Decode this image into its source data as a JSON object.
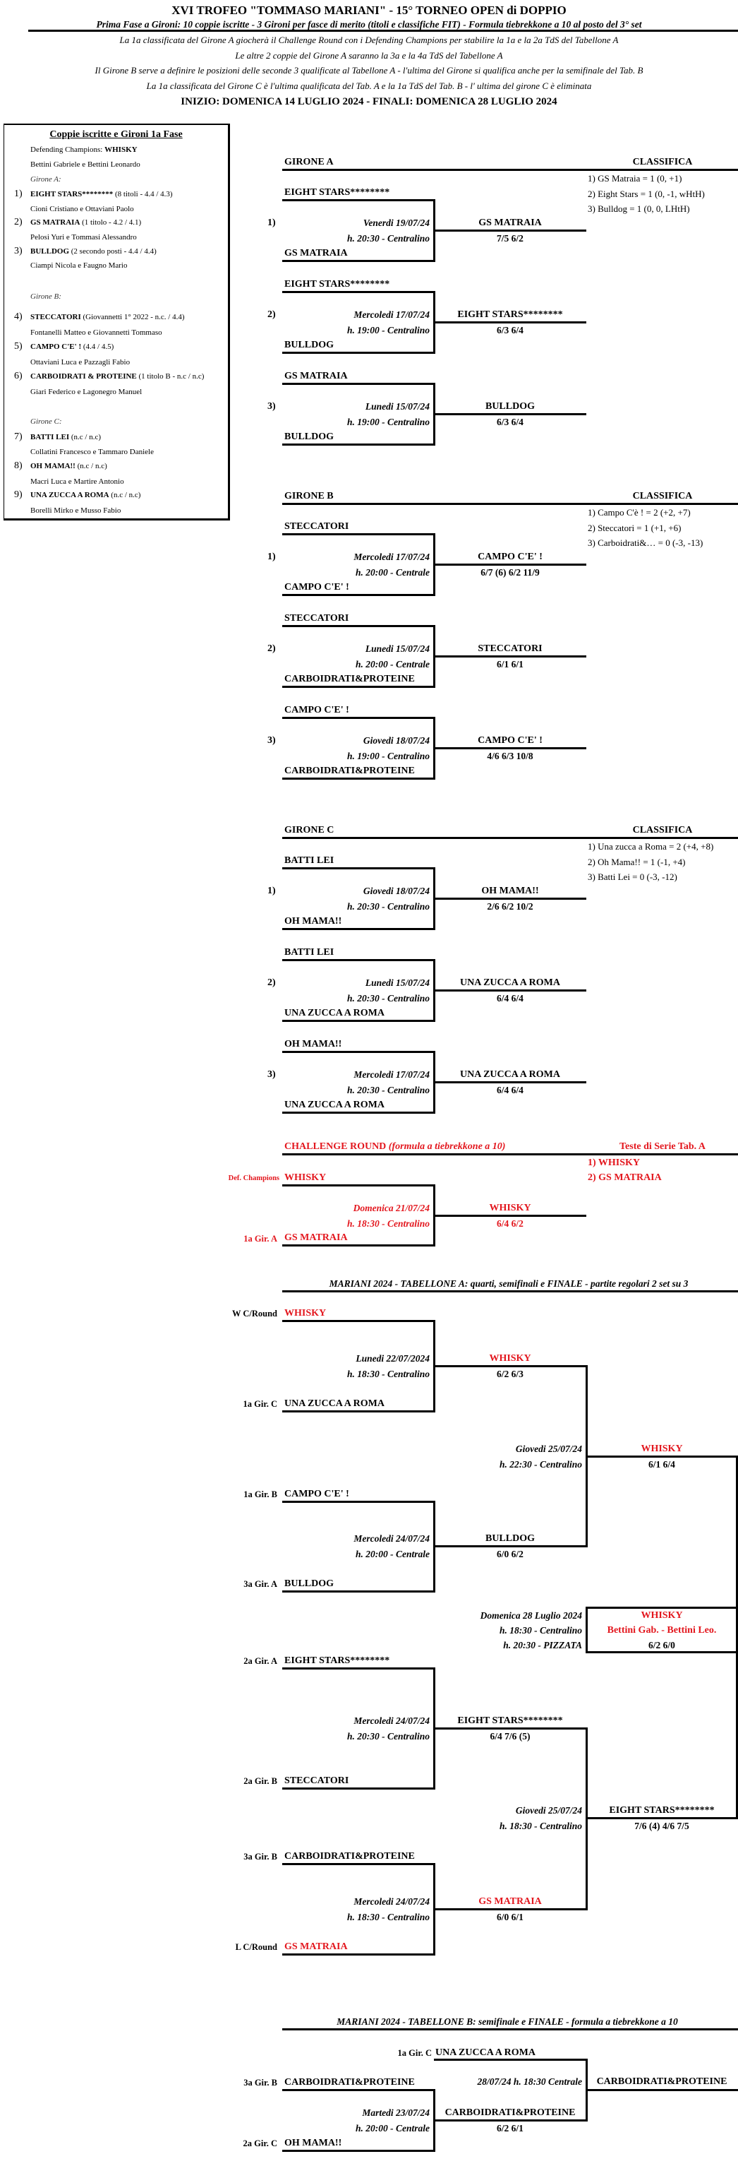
{
  "header": {
    "title": "XVI TROFEO \"TOMMASO MARIANI\" - 15° TORNEO OPEN di DOPPIO",
    "subtitle": "Prima Fase a Gironi: 10 coppie iscritte - 3 Gironi per fasce di merito (titoli e classifiche FIT) - Formula tiebrekkone a 10 al posto del 3° set",
    "notes": [
      "La 1a classificata del Girone A giocherà il Challenge Round con i Defending Champions per stabilire la 1a e la 2a TdS del Tabellone A",
      "Le altre 2 coppie del Girone A saranno la 3a e la 4a TdS del Tabellone A",
      "Il Girone B serve a definire le posizioni delle seconde 3 qualificate al Tabellone A - l'ultima del Girone si qualifica anche per la semifinale del Tab. B",
      "La 1a classificata del Girone C è l'ultima qualificata del Tab. A e la 1a TdS del Tab. B  - l' ultima del girone C è eliminata"
    ],
    "dates": "INIZIO: DOMENICA 14 LUGLIO 2024 - FINALI: DOMENICA 28 LUGLIO 2024"
  },
  "entries": {
    "title": "Coppie iscritte e Gironi 1a Fase",
    "defending_label": "Defending Champions: ",
    "defending_team": "WHISKY",
    "defending_players": "Bettini Gabriele e Bettini Leonardo",
    "groups": [
      {
        "label": "Girone A:",
        "teams": [
          {
            "num": "1)",
            "name": "EIGHT STARS********",
            "info": " (8 titoli - 4.4 / 4.3)",
            "players": "Cioni Cristiano e Ottaviani Paolo"
          },
          {
            "num": "2)",
            "name": "GS MATRAIA",
            "info": " (1 titolo - 4.2 / 4.1)",
            "players": "Pelosi Yuri e Tommasi Alessandro"
          },
          {
            "num": "3)",
            "name": "BULLDOG",
            "info": " (2 secondo posti - 4.4 / 4.4)",
            "players": "Ciampi Nicola e Faugno Mario"
          }
        ]
      },
      {
        "label": "Girone B:",
        "teams": [
          {
            "num": "4)",
            "name": "STECCATORI",
            "info": " (Giovannetti 1° 2022 - n.c. / 4.4)",
            "players": "Fontanelli Matteo e Giovannetti Tommaso"
          },
          {
            "num": "5)",
            "name": "CAMPO C'E' !",
            "info": " (4.4 / 4.5)",
            "players": "Ottaviani Luca e Pazzagli Fabio"
          },
          {
            "num": "6)",
            "name": "CARBOIDRATI & PROTEINE",
            "info": " (1 titolo B - n.c / n.c)",
            "players": "Giari Federico e Lagonegro Manuel"
          }
        ]
      },
      {
        "label": "Girone C:",
        "teams": [
          {
            "num": "7)",
            "name": "BATTI LEI",
            "info": " (n.c / n.c)",
            "players": "Collatini Francesco e Tammaro Daniele"
          },
          {
            "num": "8)",
            "name": "OH MAMA!!",
            "info": " (n.c / n.c)",
            "players": "Macri Luca e Martire Antonio"
          },
          {
            "num": "9)",
            "name": "UNA ZUCCA A ROMA",
            "info": " (n.c / n.c)",
            "players": "Borelli Mirko e Musso Fabio"
          }
        ]
      }
    ]
  },
  "gironi": [
    {
      "title": "GIRONE A",
      "classifica_label": "CLASSIFICA",
      "standings": [
        "1) GS Matraia = 1 (0, +1)",
        "2) Eight Stars = 1 (0, -1, wHtH)",
        "3) Bulldog = 1 (0, 0, LHtH)"
      ],
      "matches": [
        {
          "num": "1)",
          "top": "EIGHT STARS********",
          "bottom": "GS MATRAIA",
          "date": "Venerdi 19/07/24",
          "time": "h. 20:30 - Centralino",
          "winner": "GS MATRAIA",
          "score": "7/5  6/2"
        },
        {
          "num": "2)",
          "top": "EIGHT STARS********",
          "bottom": "BULLDOG",
          "date": "Mercoledi 17/07/24",
          "time": "h. 19:00 - Centralino",
          "winner": "EIGHT STARS********",
          "score": "6/3  6/4"
        },
        {
          "num": "3)",
          "top": "GS MATRAIA",
          "bottom": "BULLDOG",
          "date": "Lunedi 15/07/24",
          "time": "h. 19:00 - Centralino",
          "winner": "BULLDOG",
          "score": "6/3  6/4"
        }
      ]
    },
    {
      "title": "GIRONE B",
      "classifica_label": "CLASSIFICA",
      "standings": [
        "1) Campo C'è ! = 2 (+2, +7)",
        "2) Steccatori = 1 (+1, +6)",
        "3) Carboidrati&… = 0 (-3, -13)"
      ],
      "matches": [
        {
          "num": "1)",
          "top": "STECCATORI",
          "bottom": "CAMPO C'E' !",
          "date": "Mercoledi 17/07/24",
          "time": "h. 20:00 - Centrale",
          "winner": "CAMPO C'E' !",
          "score": "6/7 (6)  6/2  11/9"
        },
        {
          "num": "2)",
          "top": "STECCATORI",
          "bottom": "CARBOIDRATI&PROTEINE",
          "date": "Lunedi 15/07/24",
          "time": "h. 20:00 - Centrale",
          "winner": "STECCATORI",
          "score": "6/1  6/1"
        },
        {
          "num": "3)",
          "top": "CAMPO C'E' !",
          "bottom": "CARBOIDRATI&PROTEINE",
          "date": "Giovedi 18/07/24",
          "time": "h. 19:00 - Centralino",
          "winner": "CAMPO C'E' !",
          "score": "4/6  6/3  10/8"
        }
      ]
    },
    {
      "title": "GIRONE C",
      "classifica_label": "CLASSIFICA",
      "standings": [
        "1) Una zucca a Roma = 2 (+4, +8)",
        "2) Oh Mama!! = 1 (-1, +4)",
        "3) Batti Lei = 0 (-3, -12)"
      ],
      "matches": [
        {
          "num": "1)",
          "top": "BATTI LEI",
          "bottom": "OH MAMA!!",
          "date": "Giovedi 18/07/24",
          "time": "h. 20:30 - Centralino",
          "winner": "OH MAMA!!",
          "score": "2/6  6/2  10/2"
        },
        {
          "num": "2)",
          "top": "BATTI LEI",
          "bottom": "UNA ZUCCA A ROMA",
          "date": "Lunedi 15/07/24",
          "time": "h. 20:30 - Centralino",
          "winner": "UNA ZUCCA A ROMA",
          "score": "6/4  6/4"
        },
        {
          "num": "3)",
          "top": "OH MAMA!!",
          "bottom": "UNA ZUCCA A ROMA",
          "date": "Mercoledi 17/07/24",
          "time": "h. 20:30 - Centralino",
          "winner": "UNA ZUCCA A ROMA",
          "score": "6/4  6/4"
        }
      ]
    }
  ],
  "challenge": {
    "title": "CHALLENGE ROUND",
    "note": " (formula a tiebrekkone a 10)",
    "seeds_title": "Teste di Serie Tab. A",
    "seeds": [
      "1) WHISKY",
      "2) GS MATRAIA"
    ],
    "top_label": "Def. Champions",
    "top": "WHISKY",
    "bottom_label": "1a Gir. A",
    "bottom": "GS MATRAIA",
    "date": "Domenica 21/07/24",
    "time": "h. 18:30 - Centralino",
    "winner": "WHISKY",
    "score": "6/4  6/2"
  },
  "tab_a": {
    "title": "MARIANI 2024 - TABELLONE A: quarti, semifinali e FINALE - partite regolari 2 set su 3",
    "quarters": [
      {
        "top_label": "W C/Round",
        "top": "WHISKY",
        "top_red": true,
        "bottom_label": "1a Gir. C",
        "bottom": "UNA ZUCCA A ROMA",
        "date": "Lunedi 22/07/2024",
        "time": "h. 18:30 - Centralino",
        "winner": "WHISKY",
        "winner_red": true,
        "score": "6/2  6/3"
      },
      {
        "top_label": "1a Gir. B",
        "top": "CAMPO C'E' !",
        "bottom_label": "3a Gir. A",
        "bottom": "BULLDOG",
        "date": "Mercoledi 24/07/24",
        "time": "h. 20:00 - Centrale",
        "winner": "BULLDOG",
        "score": "6/0  6/2"
      },
      {
        "top_label": "2a Gir. A",
        "top": "EIGHT STARS********",
        "bottom_label": "2a Gir. B",
        "bottom": "STECCATORI",
        "date": "Mercoledi 24/07/24",
        "time": "h. 20:30 - Centralino",
        "winner": "EIGHT STARS********",
        "score": "6/4  7/6 (5)"
      },
      {
        "top_label": "3a Gir. B",
        "top": "CARBOIDRATI&PROTEINE",
        "bottom_label": "L C/Round",
        "bottom": "GS MATRAIA",
        "bottom_red": true,
        "date": "Mercoledi 24/07/24",
        "time": "h. 18:30 - Centralino",
        "winner": "GS MATRAIA",
        "winner_red": true,
        "score": "6/0  6/1"
      }
    ],
    "semis": [
      {
        "date": "Giovedi 25/07/24",
        "time": "h. 22:30 - Centralino",
        "winner": "WHISKY",
        "winner_red": true,
        "score": "6/1  6/4"
      },
      {
        "date": "Giovedi 25/07/24",
        "time": "h. 18:30 - Centralino",
        "winner": "EIGHT STARS********",
        "score": "7/6 (4)  4/6  7/5"
      }
    ],
    "final": {
      "date": "Domenica 28 Luglio 2024",
      "time": "h. 18:30 - Centralino",
      "event": "h. 20:30 - PIZZATA",
      "winner": "WHISKY",
      "players": "Bettini Gab. - Bettini Leo.",
      "score": "6/2  6/0"
    }
  },
  "tab_b": {
    "title": "MARIANI 2024 - TABELLONE B: semifinale e FINALE - formula a tiebrekkone a 10",
    "seed_label": "1a Gir. C",
    "seed": "UNA ZUCCA A ROMA",
    "semi": {
      "top_label": "3a Gir. B",
      "top": "CARBOIDRATI&PROTEINE",
      "bottom_label": "2a Gir. C",
      "bottom": "OH MAMA!!",
      "date": "Martedi 23/07/24",
      "time": "h. 20:00 - Centrale",
      "winner": "CARBOIDRATI&PROTEINE",
      "score": "6/2  6/1"
    },
    "final": {
      "info": "28/07/24 h. 18:30 Centrale",
      "winner": "CARBOIDRATI&PROTEINE"
    }
  },
  "colors": {
    "highlight": "#e3171e",
    "text": "#000000"
  }
}
